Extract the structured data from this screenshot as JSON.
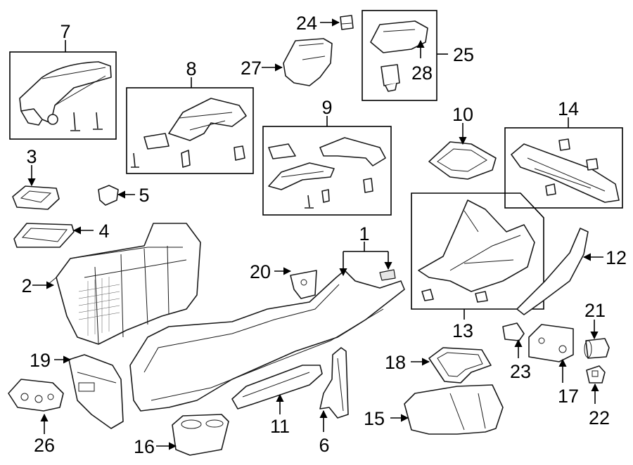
{
  "callouts": {
    "c1": "1",
    "c2": "2",
    "c3": "3",
    "c4": "4",
    "c5": "5",
    "c6": "6",
    "c7": "7",
    "c8": "8",
    "c9": "9",
    "c10": "10",
    "c11": "11",
    "c12": "12",
    "c13": "13",
    "c14": "14",
    "c15": "15",
    "c16": "16",
    "c17": "17",
    "c18": "18",
    "c19": "19",
    "c20": "20",
    "c21": "21",
    "c22": "22",
    "c23": "23",
    "c24": "24",
    "c25": "25",
    "c26": "26",
    "c27": "27",
    "c28": "28"
  },
  "icons": {
    "armrest": "armrest-lid-part",
    "console_box": "console-box-part",
    "console_body": "console-panel-part"
  },
  "colors": {
    "line": "#1a1a1a",
    "shade": "#e6e6e6",
    "background": "#ffffff"
  }
}
